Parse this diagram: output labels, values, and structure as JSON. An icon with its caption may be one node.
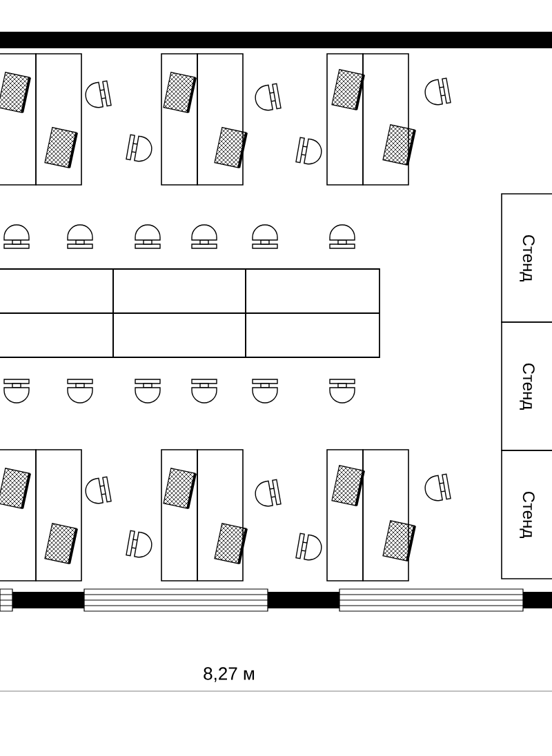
{
  "diagram": {
    "nodes": [
      {
        "text": [
          "Стенд"
        ]
      },
      {
        "text": [
          "Стенд"
        ]
      },
      {
        "text": [
          "Стенд"
        ]
      }
    ],
    "labels": [
      "8,27 м"
    ]
  }
}
